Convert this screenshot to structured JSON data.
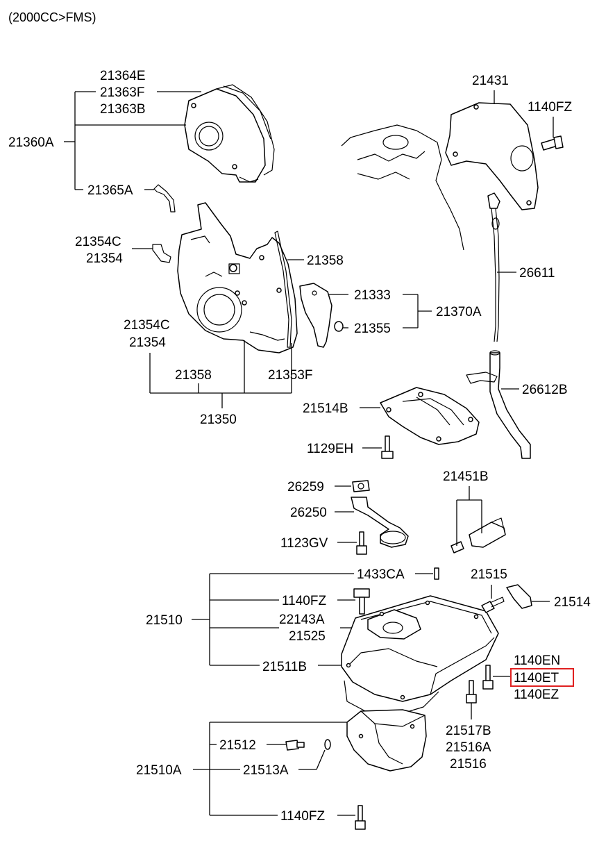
{
  "header": {
    "variant": "(2000CC>FMS)"
  },
  "highlight": {
    "color": "#e02020",
    "part": "1140ET"
  },
  "labels": {
    "p21364E": "21364E",
    "p21363F": "21363F",
    "p21363B": "21363B",
    "p21360A": "21360A",
    "p21365A": "21365A",
    "p21354C_a": "21354C",
    "p21354_a": "21354",
    "p21358_a": "21358",
    "p21354C_b": "21354C",
    "p21354_b": "21354",
    "p21358_b": "21358",
    "p21353F": "21353F",
    "p21350": "21350",
    "p21333": "21333",
    "p21355": "21355",
    "p21370A": "21370A",
    "p21431": "21431",
    "p1140FZ_a": "1140FZ",
    "p26611": "26611",
    "p26612B": "26612B",
    "p21514B": "21514B",
    "p1129EH": "1129EH",
    "p26259": "26259",
    "p26250": "26250",
    "p1123GV": "1123GV",
    "p21451B": "21451B",
    "p1433CA": "1433CA",
    "p21515": "21515",
    "p21514": "21514",
    "p1140FZ_b": "1140FZ",
    "p21510": "21510",
    "p22143A": "22143A",
    "p21525": "21525",
    "p21511B": "21511B",
    "p1140EN": "1140EN",
    "p1140ET": "1140ET",
    "p1140EZ": "1140EZ",
    "p21517B": "21517B",
    "p21516A": "21516A",
    "p21516": "21516",
    "p21512": "21512",
    "p21510A": "21510A",
    "p21513A": "21513A",
    "p1140FZ_c": "1140FZ"
  }
}
